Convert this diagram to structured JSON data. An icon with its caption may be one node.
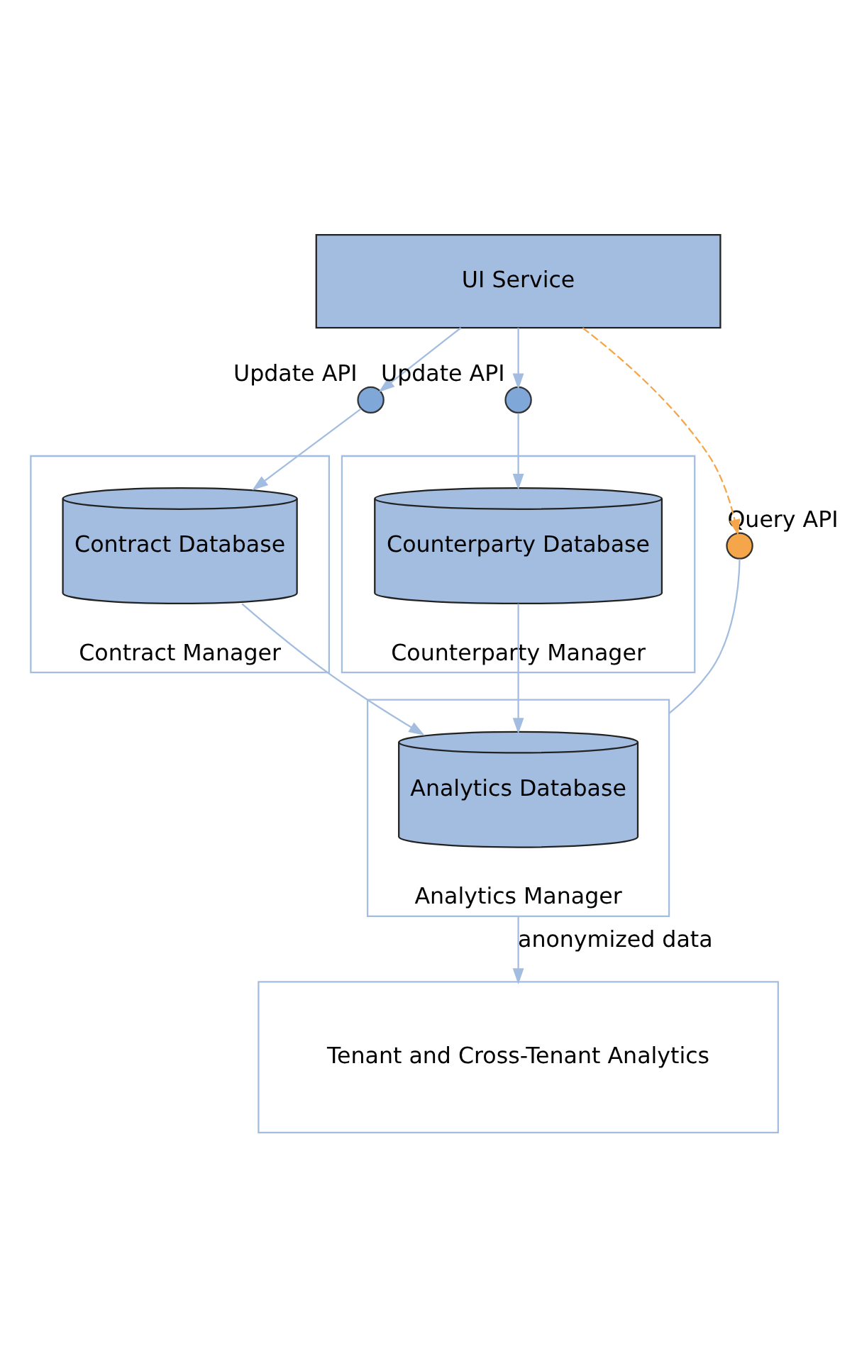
{
  "diagram": {
    "nodes": [
      {
        "text": [
          "UI Service"
        ]
      },
      {
        "text": [],
        "shape": "circle",
        "beside": [
          "Update API"
        ]
      },
      {
        "text": [],
        "shape": "circle",
        "beside": [
          "Update API"
        ]
      },
      {
        "text": [
          "Contract Manager"
        ]
      },
      {
        "text": [
          "Contract Database"
        ],
        "in": 3
      },
      {
        "text": [
          "Counterparty Manager"
        ]
      },
      {
        "text": [
          "Counterparty Database"
        ],
        "in": 5
      },
      {
        "text": [],
        "shape": "circle",
        "beside": [
          "Query API"
        ]
      },
      {
        "text": [
          "Analytics Manager"
        ]
      },
      {
        "text": [
          "Analytics Database"
        ],
        "in": 8
      },
      {
        "text": [
          "Tenant and Cross-Tenant Analytics"
        ]
      }
    ],
    "edges": [
      {
        "from": 0,
        "to": 1,
        "arrow": "to"
      },
      {
        "from": 0,
        "to": 2,
        "arrow": "to"
      },
      {
        "from": 1,
        "to": 4,
        "arrow": "to"
      },
      {
        "from": 2,
        "to": 6,
        "arrow": "to"
      },
      {
        "from": 4,
        "to": 9,
        "arrow": "to"
      },
      {
        "from": 6,
        "to": 9,
        "arrow": "to"
      },
      {
        "from": 0,
        "to": 7,
        "arrow": "to",
        "style": "dashed",
        "color": "#f5a54a"
      },
      {
        "from": 7,
        "to": 8,
        "arrow": "none"
      },
      {
        "from": 8,
        "to": 10,
        "arrow": "to",
        "label": "anonymized data"
      }
    ]
  }
}
